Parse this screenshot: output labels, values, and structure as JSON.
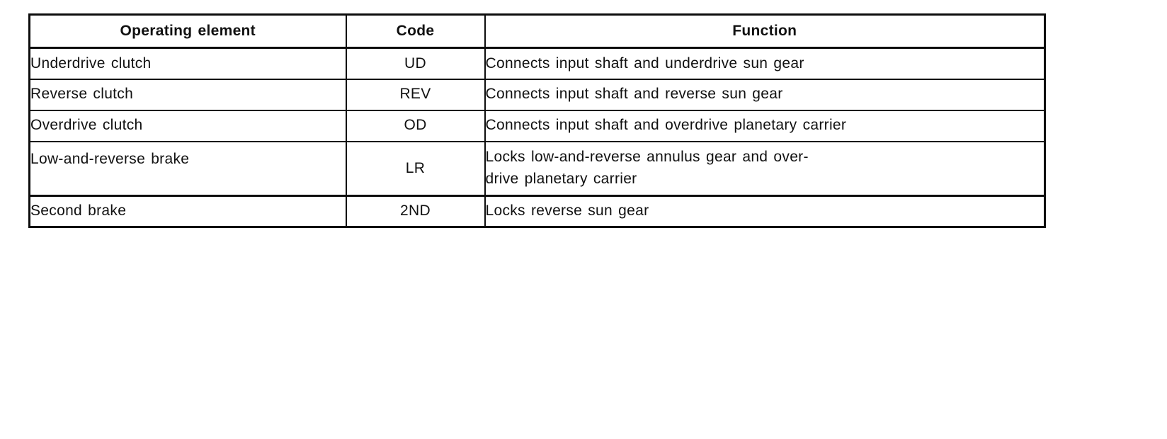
{
  "table": {
    "columns": [
      {
        "label": "Operating element"
      },
      {
        "label": "Code"
      },
      {
        "label": "Function"
      }
    ],
    "rows": [
      {
        "element": "Underdrive clutch",
        "code": "UD",
        "function": "Connects input shaft and underdrive sun gear"
      },
      {
        "element": "Reverse clutch",
        "code": "REV",
        "function": "Connects input shaft and reverse sun gear"
      },
      {
        "element": "Overdrive clutch",
        "code": "OD",
        "function": "Connects input shaft and overdrive planetary carrier"
      },
      {
        "element": "Low-and-reverse brake",
        "code": "LR",
        "function": "Locks low-and-reverse annulus gear and over-\ndrive planetary carrier"
      },
      {
        "element": "Second brake",
        "code": "2ND",
        "function": "Locks reverse sun gear"
      }
    ]
  }
}
